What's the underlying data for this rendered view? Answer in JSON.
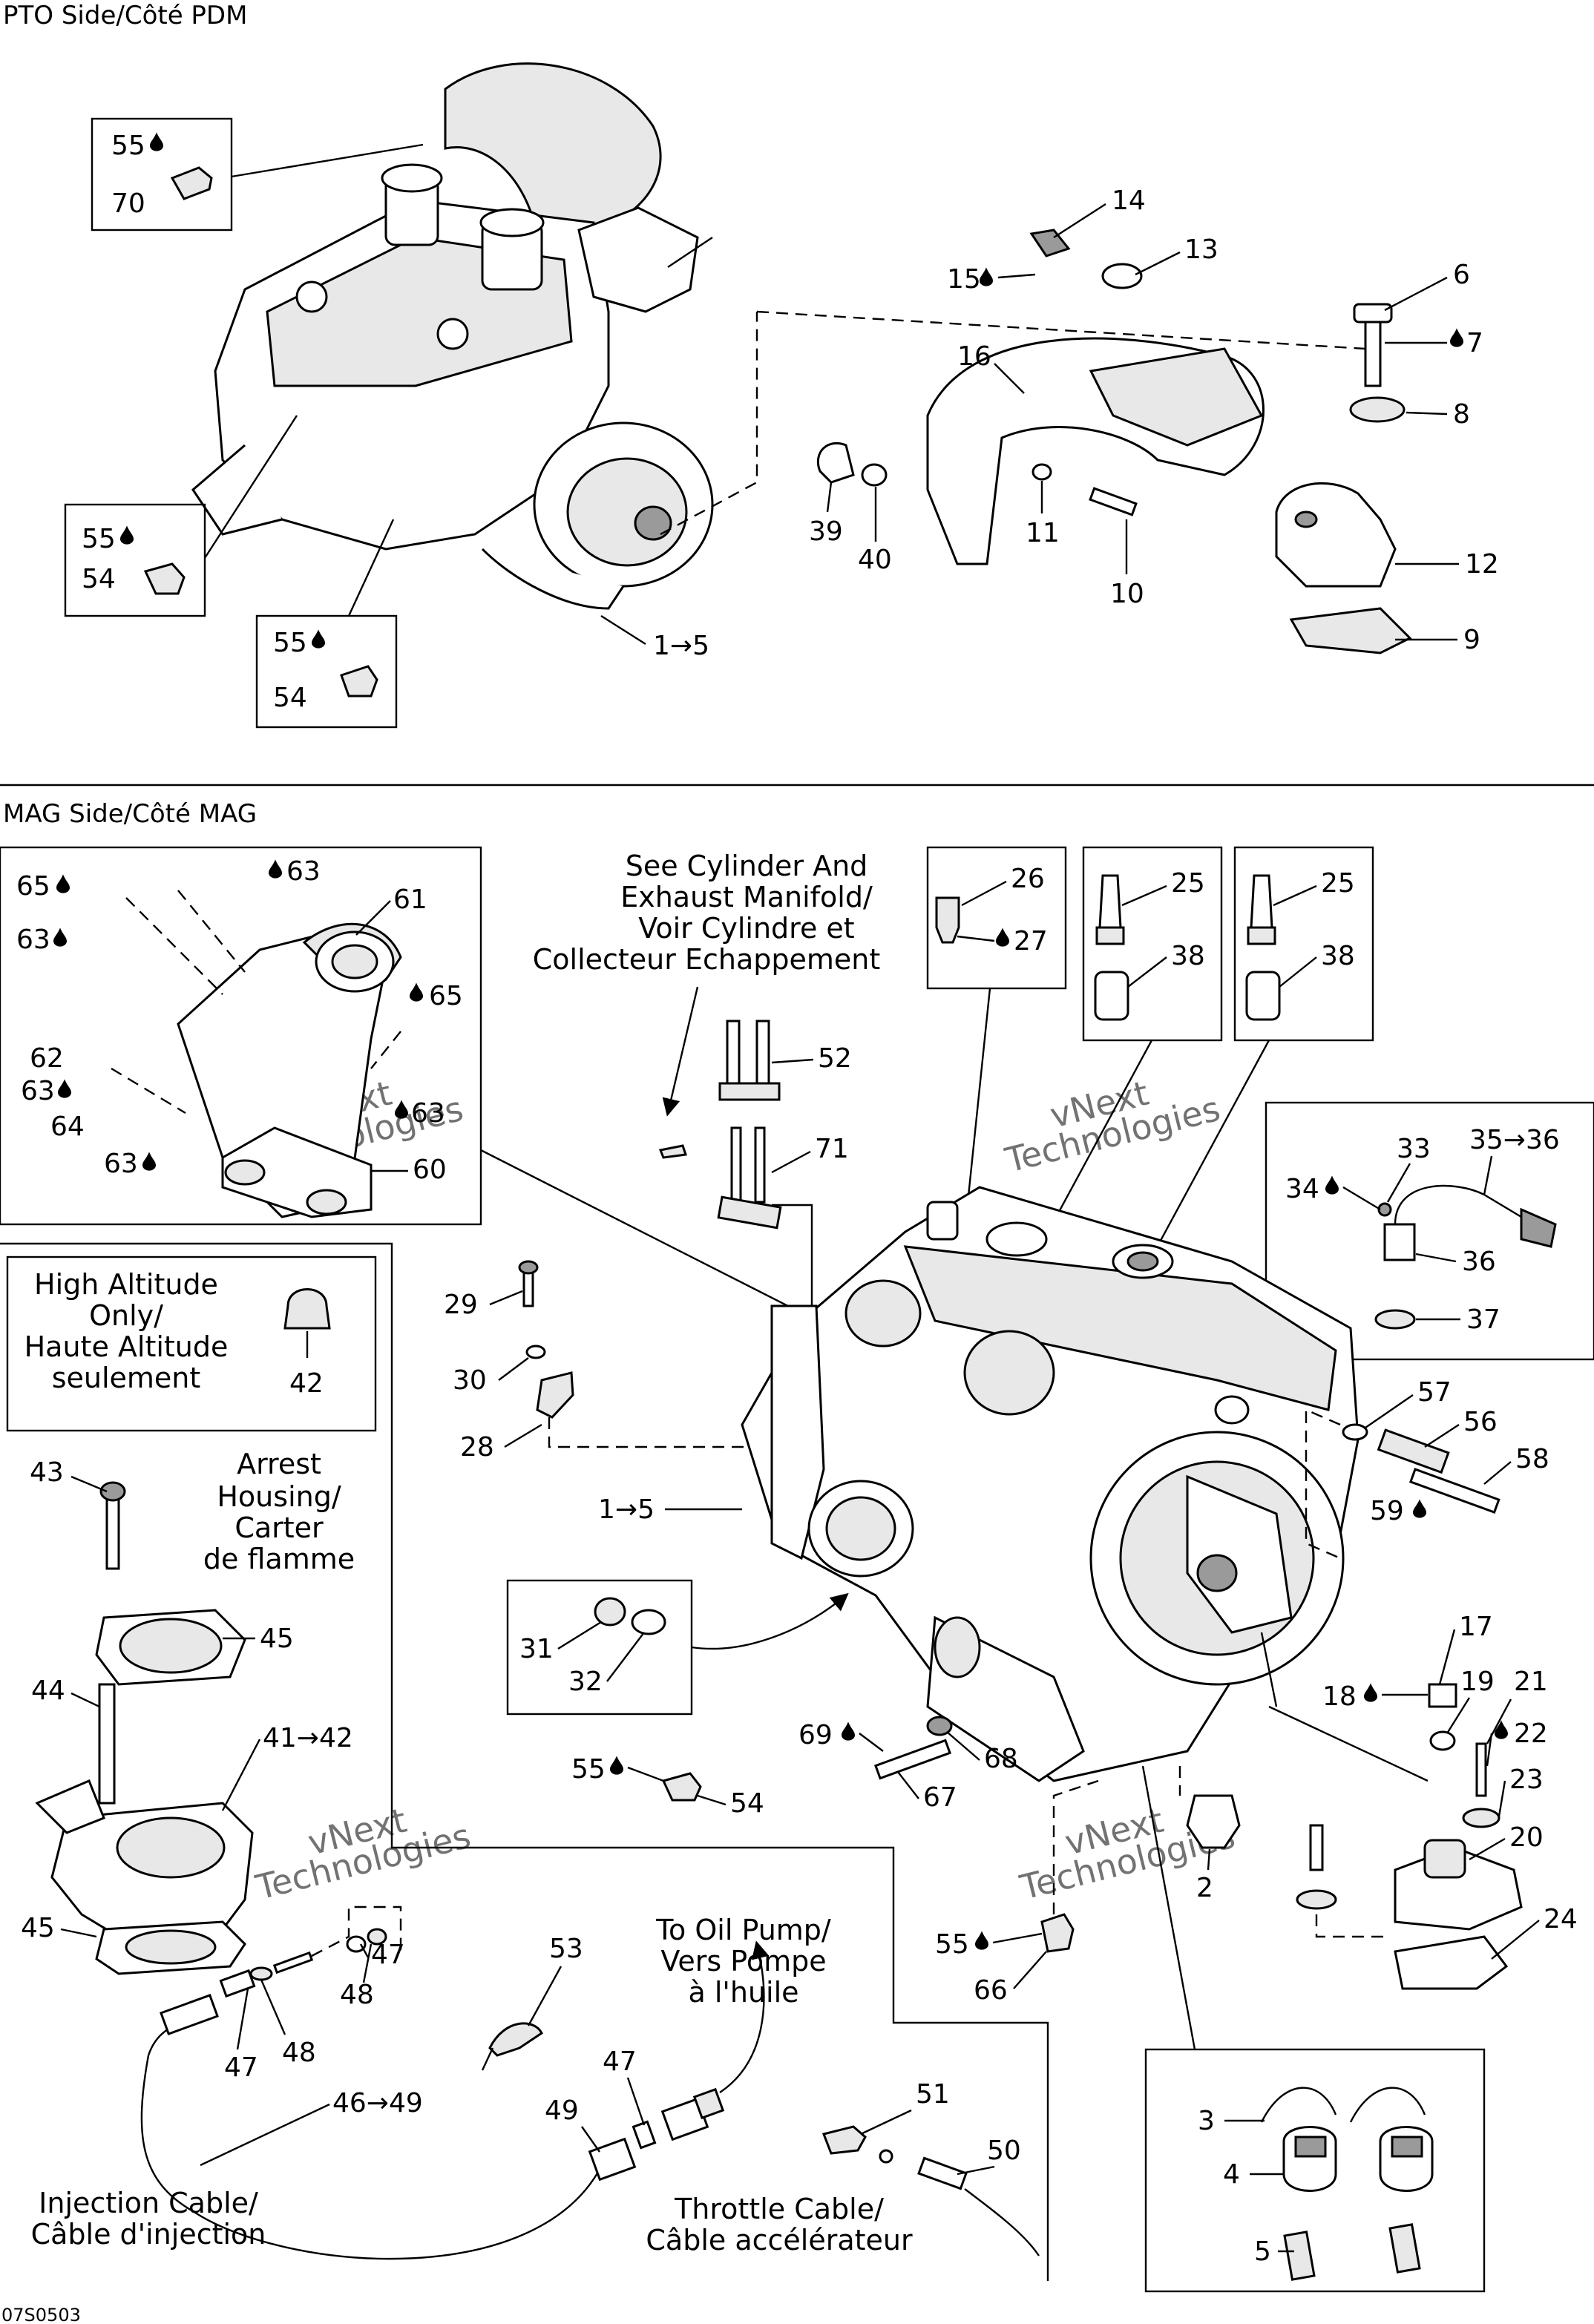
{
  "sections": {
    "pto": "PTO Side/Côté PDM",
    "mag": "MAG Side/Côté MAG"
  },
  "notes": {
    "see_cylinder": [
      "See Cylinder And",
      "Exhaust Manifold/",
      "Voir Cylindre et",
      "Collecteur Echappement"
    ],
    "high_altitude": [
      "High Altitude",
      "Only/",
      "Haute Altitude",
      "seulement"
    ],
    "arrest_housing": [
      "Arrest",
      "Housing/",
      "Carter",
      "de flamme"
    ],
    "oil_pump": [
      "To Oil Pump/",
      "Vers Pompe",
      "à l'huile"
    ],
    "injection_cable": [
      "Injection Cable/",
      "Câble d'injection"
    ],
    "throttle_cable": [
      "Throttle Cable/",
      "Câble accélérateur"
    ]
  },
  "drawing_id": "07S0503",
  "watermark": [
    "vNext",
    "Technologies"
  ],
  "callouts": {
    "c55a": "55",
    "c70": "70",
    "c55b": "55",
    "c54a": "54",
    "c55c": "55",
    "c54b": "54",
    "c1_5a": "1→5",
    "c14": "14",
    "c15": "15",
    "c13": "13",
    "c16": "16",
    "c6": "6",
    "c7": "7",
    "c8": "8",
    "c39": "39",
    "c40": "40",
    "c11": "11",
    "c10": "10",
    "c12": "12",
    "c9": "9",
    "c65a": "65",
    "c63a": "63",
    "c63b": "63",
    "c61": "61",
    "c65b": "65",
    "c62": "62",
    "c63c": "63",
    "c64": "64",
    "c63d": "63",
    "c63e": "63",
    "c60": "60",
    "c26": "26",
    "c27": "27",
    "c25a": "25",
    "c38a": "38",
    "c25b": "25",
    "c38b": "38",
    "c52": "52",
    "c71": "71",
    "c33": "33",
    "c35_36": "35→36",
    "c34": "34",
    "c36": "36",
    "c37": "37",
    "c42": "42",
    "c29": "29",
    "c30": "30",
    "c28": "28",
    "c43": "43",
    "c1_5b": "1→5",
    "c57": "57",
    "c56": "56",
    "c58": "58",
    "c59": "59",
    "c45a": "45",
    "c44": "44",
    "c41_42": "41→42",
    "c31": "31",
    "c32": "32",
    "c17": "17",
    "c18": "18",
    "c19": "19",
    "c21": "21",
    "c22": "22",
    "c23": "23",
    "c69": "69",
    "c68": "68",
    "c55d": "55",
    "c54c": "54",
    "c67": "67",
    "c20": "20",
    "c45b": "45",
    "c47a": "47",
    "c48a": "48",
    "c53": "53",
    "c55e": "55",
    "c66": "66",
    "c24": "24",
    "c2": "2",
    "c47b": "47",
    "c48b": "48",
    "c47c": "47",
    "c46_49": "46→49",
    "c49": "49",
    "c51": "51",
    "c3": "3",
    "c4": "4",
    "c50": "50",
    "c5": "5"
  }
}
